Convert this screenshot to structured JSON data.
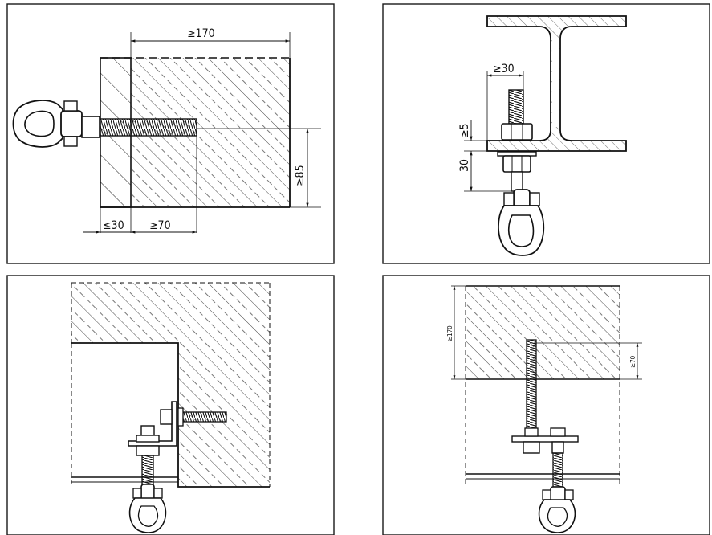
{
  "panels": {
    "wall_bolt": {
      "dim_depth": "≥170",
      "dim_edge": "≥85",
      "dim_layer": "≤30",
      "dim_embed": "≥70"
    },
    "steel_beam": {
      "dim_thread": "≥30",
      "dim_gap": "≥5",
      "dim_nut": "30"
    },
    "corner_bracket": {},
    "through_slab": {
      "dim_slab": "≥170",
      "dim_embed": "≥70"
    }
  },
  "colors": {
    "line": "#111111",
    "background": "#ffffff"
  }
}
